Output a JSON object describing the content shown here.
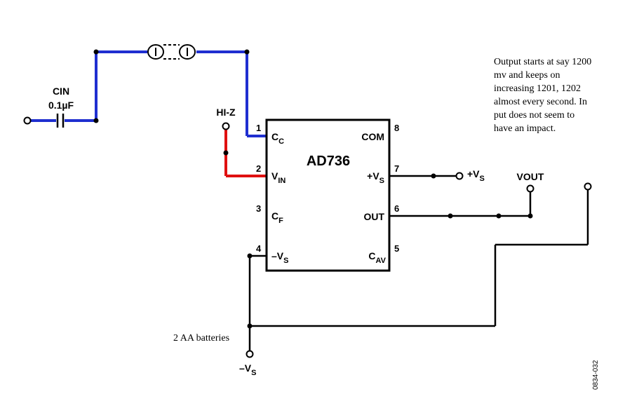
{
  "ic": {
    "name": "AD736",
    "pins": [
      {
        "num": "1",
        "name": "C",
        "sub": "C"
      },
      {
        "num": "2",
        "name": "V",
        "sub": "IN"
      },
      {
        "num": "3",
        "name": "C",
        "sub": "F"
      },
      {
        "num": "4",
        "name": "–V",
        "sub": "S"
      },
      {
        "num": "8",
        "name": "COM",
        "sub": ""
      },
      {
        "num": "7",
        "name": "+V",
        "sub": "S"
      },
      {
        "num": "6",
        "name": "OUT",
        "sub": ""
      },
      {
        "num": "5",
        "name": "C",
        "sub": "AV"
      }
    ]
  },
  "labels": {
    "cin_name": "CIN",
    "cin_value": "0.1µF",
    "hiz": "HI-Z",
    "plus_vs_main": "+V",
    "plus_vs_sub": "S",
    "vout": "VOUT",
    "minus_vs_main": "–V",
    "minus_vs_sub": "S",
    "batteries": "2 AA batteries",
    "figure_id": "0834-032"
  },
  "note_lines": [
    "Output starts at say 1200",
    "mv and keeps on",
    "increasing 1201, 1202",
    "almost every second. In",
    "put does not seem to",
    "have an impact."
  ],
  "colors": {
    "wire": "#000000",
    "blue_wire": "#1f2fd0",
    "red_wire": "#e01010"
  }
}
